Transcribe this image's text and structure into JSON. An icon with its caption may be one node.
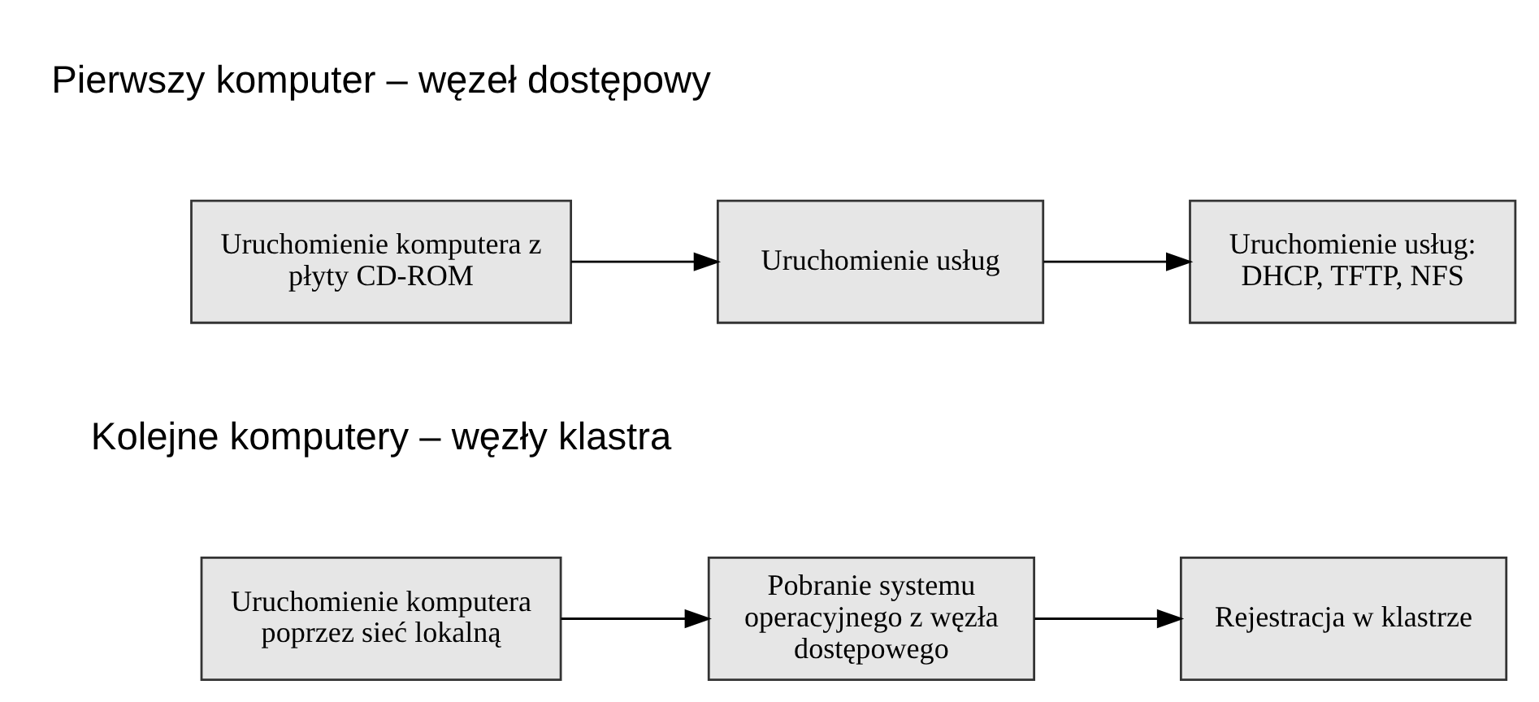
{
  "diagram": {
    "nodes": [
      {
        "text": [
          "Uruchomienie komputera z płyty CD-ROM"
        ]
      },
      {
        "text": [
          "Uruchomienie usług"
        ]
      },
      {
        "text": [
          "Uruchomienie usług: DHCP, TFTP, NFS"
        ]
      },
      {
        "text": [
          "Uruchomienie komputera poprzez sieć lokalną"
        ]
      },
      {
        "text": [
          "Pobranie systemu operacyjnego z węzła dostępowego"
        ]
      },
      {
        "text": [
          "Rejestracja w klastrze"
        ]
      }
    ],
    "edges": [
      {
        "from": 0,
        "to": 1,
        "arrow": "to"
      },
      {
        "from": 1,
        "to": 2,
        "arrow": "to"
      },
      {
        "from": 3,
        "to": 4,
        "arrow": "to"
      },
      {
        "from": 4,
        "to": 5,
        "arrow": "to"
      }
    ],
    "labels": [
      "Pierwszy komputer – węzeł dostępowy",
      "Kolejne komputery – węzły klastra"
    ]
  }
}
